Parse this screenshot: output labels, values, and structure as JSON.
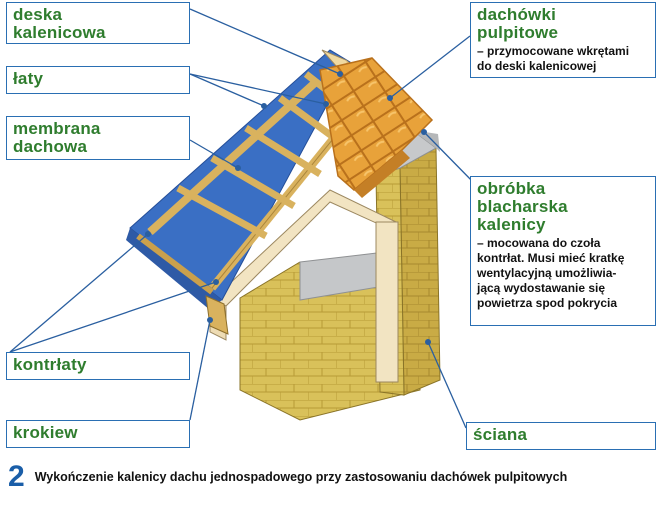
{
  "labels": {
    "deska_kalenicowa": {
      "title": "deska\nkalenicowa"
    },
    "laty": {
      "title": "łaty"
    },
    "membrana": {
      "title": "membrana\ndachowa"
    },
    "kontrlaty": {
      "title": "kontrłaty"
    },
    "krokiew": {
      "title": "krokiew"
    },
    "dachowki": {
      "title": "dachówki\npulpitowe",
      "desc": "– przymocowane wkrętami\ndo deski kalenicowej"
    },
    "obrobka": {
      "title": "obróbka\nblacharska\nkalenicy",
      "desc": "– mocowana do czoła\nkontrłat. Musi mieć kratkę\nwentylacyjną umożliwia-\njącą wydostawanie się\npowietrza spod pokrycia"
    },
    "sciana": {
      "title": "ściana"
    }
  },
  "caption": {
    "number": "2",
    "text": "Wykończenie kalenicy dachu jednospadowego przy zastosowaniu dachówek pulpitowych"
  },
  "colors": {
    "label_border": "#2a6fb3",
    "label_title": "#2f7d2e",
    "leader_line": "#2a5fa0",
    "membrane": "#3a6fc4",
    "batten": "#d9b25e",
    "tile": "#e8a23a",
    "wall": "#d9c15a",
    "board": "#f2e4c2"
  }
}
